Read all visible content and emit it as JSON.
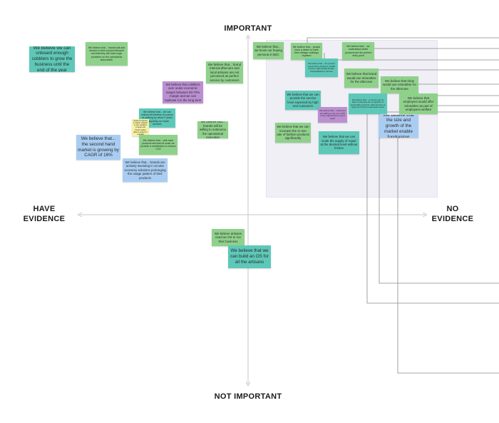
{
  "axes": {
    "top": "IMPORTANT",
    "bottom": "NOT IMPORTANT",
    "left": "HAVE EVIDENCE",
    "right": "NO EVIDENCE"
  },
  "colors": {
    "teal": "#5ec8b8",
    "green": "#8fd18b",
    "purple": "#bb8fd1",
    "blue": "#a9cdf2",
    "yellow": "#f7f0a3",
    "axis": "#c7c7c7",
    "connector": "#8a8a8a",
    "region": "#efeff5"
  },
  "notes": {
    "n1": "We believe we can onboard enough cobblers to grow the business until the end of the year",
    "n2": "We believe that... brands will add circular to their product lifecycle and that they will have huge problems on the operational association",
    "n3": "We believe that cobblers over under economic ranges between 50-70% margin and we can replicate it in the long term",
    "n4": "We believe that... brand internal aftercare and local artisans are not perceived as perfect service by customers",
    "n5": "We believe that... we can extend the lifetime of a piece of clothing by about 2 years by applying our repair services",
    "n6": "Small companies in higher markets to use workflow a repair and brand market data to support it a weeks",
    "n7": "We believe that... with each products serviced at scale we provide a contribution to reduce CO2",
    "n8": "We believe that... brands will be willing to outsource the operational execution",
    "n9": "We believe that... the second hand market is growing by CAGR of 16%",
    "n10": "We believe that... brands are actively investing in circular economy solutions prolonging the usage pattern of their products",
    "n11": "We believe that... we know our buying persona in B2C",
    "n12": "We believe that... people have a desire to have their vintage clothings repaired",
    "n13": "We believe that... the product needs: Entry Features, Digital Access, High Quality Repair, Pickup&Delivery Service",
    "n14": "We believe that... we understand which products are the perfect entry point",
    "n15": "We believe that brand would use reloeather for the aftercare",
    "n16": "We believe that shop would use reloeather for the aftercare",
    "n17": "We believe that... a service can be built to automate the recognition of serviceable products, what services to apply and build an automated quote",
    "n18": "We believe that employers would offer reloeather as part of employees welfare",
    "n19": "We believe that we can provide the service level expected by high end customers",
    "n20": "We believe that... customers are willing to pay up to 15% of the original price to get it repair",
    "n21": "We believe that the size and growth of the market enable fundraising",
    "n22": "We believe that we can increase the re-use rate of fashion products significantly",
    "n23": "We believe that we can scale the supply of repair at the desired level without friction",
    "n24": "We believe artisans need an OS to run their business",
    "n25": "We believe that we can build an OS for all the artisans"
  }
}
